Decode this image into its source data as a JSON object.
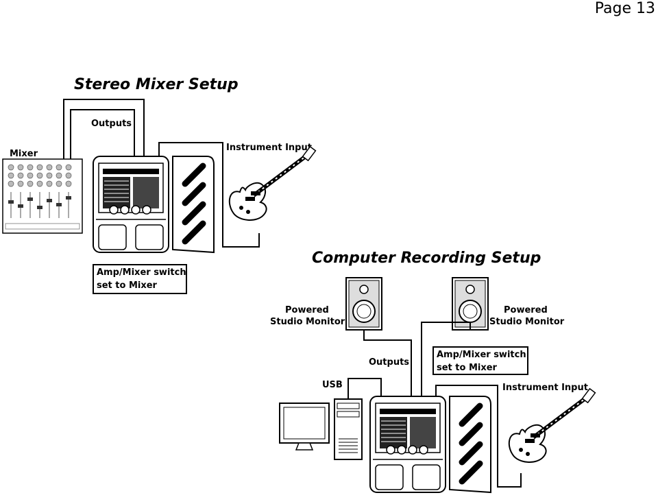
{
  "page": {
    "number": "Page 13"
  },
  "stereo": {
    "title": "Stereo Mixer Setup",
    "outputs_label": "Outputs",
    "mixer_label": "Mixer",
    "instrument_label": "Instrument Input",
    "switch_line1": "Amp/Mixer switch",
    "switch_line2": "set to Mixer"
  },
  "computer": {
    "title": "Computer Recording Setup",
    "monitor_left_line1": "Powered",
    "monitor_left_line2": "Studio Monitor",
    "monitor_right_line1": "Powered",
    "monitor_right_line2": "Studio Monitor",
    "outputs_label": "Outputs",
    "usb_label": "USB",
    "switch_line1": "Amp/Mixer switch",
    "switch_line2": "set to Mixer",
    "instrument_label": "Instrument Input"
  }
}
